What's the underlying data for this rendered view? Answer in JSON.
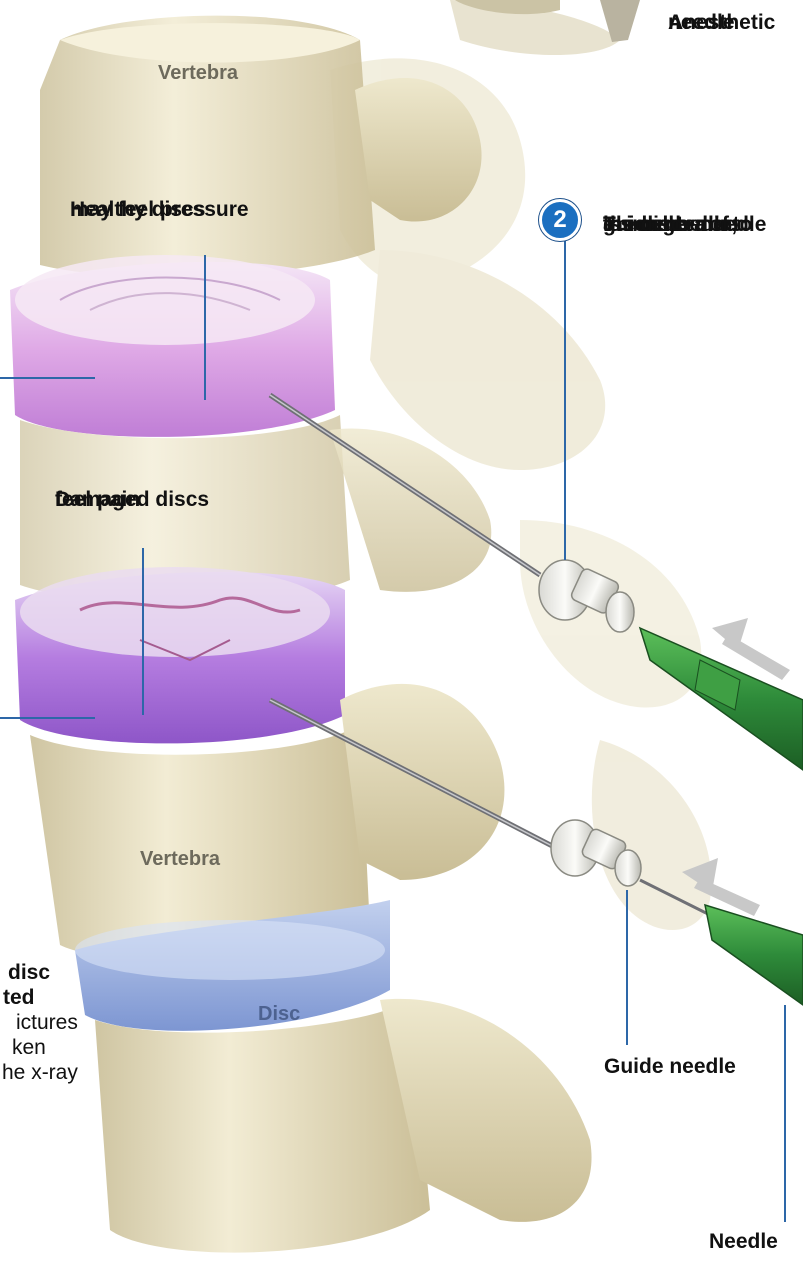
{
  "labels": {
    "vertebra_top": "Vertebra",
    "vertebra_bottom": "Vertebra",
    "disc": "Disc",
    "healthy_line1": "Healthy discs",
    "healthy_line2": "may feel pressure",
    "damaged_line1": "Damaged discs",
    "damaged_line2": "feel pain",
    "anesthetic_line1": "Anesthetic",
    "anesthetic_line2": "needle",
    "guide_needle": "Guide needle",
    "needle": "Needle"
  },
  "step": {
    "number": "2",
    "lines": [
      "Through a",
      "guide needle,",
      "a smaller needle",
      "is inserted into",
      "the center of",
      "the disc."
    ]
  },
  "left_caption": {
    "lines": [
      "disc",
      "ted",
      "ictures",
      "ken",
      "he x-ray"
    ]
  },
  "colors": {
    "bone": "#ece4c6",
    "healthy_disc": "#d7a6e0",
    "damaged_disc": "#a86fd6",
    "lower_disc": "#8fa8dc",
    "needle_green": "#2e8b3a",
    "leader_line": "#2d67a8",
    "step_badge": "#1b6fc0"
  }
}
